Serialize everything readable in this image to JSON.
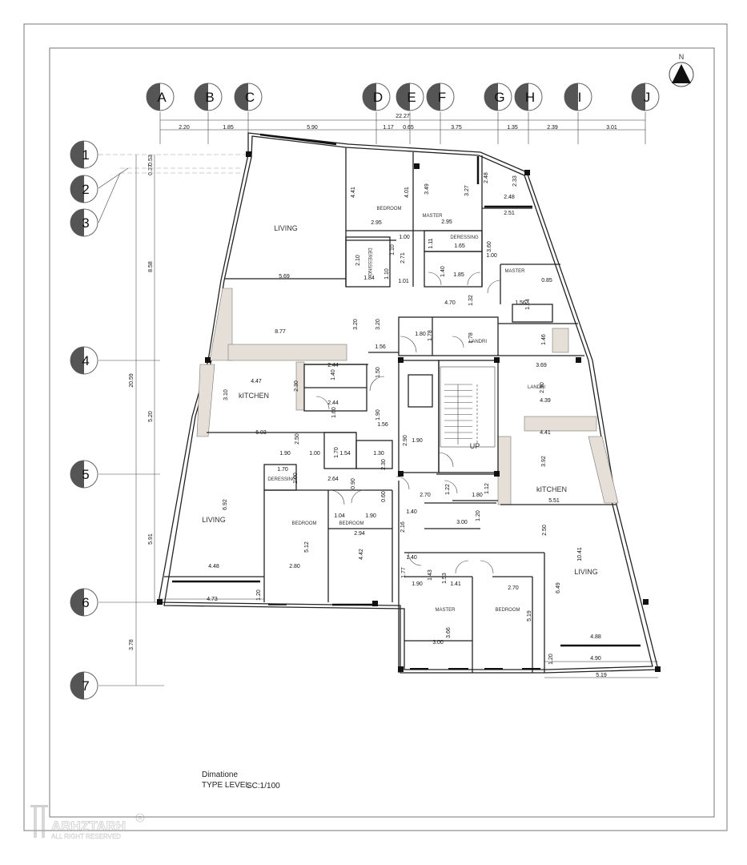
{
  "north_label": "N",
  "grid_columns": [
    "A",
    "B",
    "C",
    "D",
    "E",
    "F",
    "G",
    "H",
    "I",
    "J"
  ],
  "grid_rows": [
    "1",
    "2",
    "3",
    "4",
    "5",
    "6",
    "7"
  ],
  "overall_width": "22.27",
  "top_dimensions": [
    "2.20",
    "1.85",
    "5.90",
    "1.17",
    "0.65",
    "3.75",
    "1.35",
    "2.39",
    "3.01"
  ],
  "left_dimensions": [
    "0.37",
    "0.53",
    "8.58",
    "20.59",
    "5.20",
    "5.91",
    "3.78"
  ],
  "rooms": [
    {
      "label": "LIVING",
      "size": 9
    },
    {
      "label": "BEDROOM",
      "size": 6
    },
    {
      "label": "MASTER",
      "size": 6
    },
    {
      "label": "DERESSING",
      "size": 6
    },
    {
      "label": "DERESSING",
      "size": 6
    },
    {
      "label": "MASTER",
      "size": 6
    },
    {
      "label": "LANDRI",
      "size": 6
    },
    {
      "label": "LANDRI",
      "size": 6
    },
    {
      "label": "kITCHEN",
      "size": 9
    },
    {
      "label": "UP",
      "size": 9
    },
    {
      "label": "kITCHEN",
      "size": 9
    },
    {
      "label": "DERESSING",
      "size": 6
    },
    {
      "label": "LIVING",
      "size": 9
    },
    {
      "label": "BEDROOM",
      "size": 6
    },
    {
      "label": "BEDROOM",
      "size": 6
    },
    {
      "label": "LIVING",
      "size": 9
    },
    {
      "label": "MASTER",
      "size": 6
    },
    {
      "label": "BEDROOM",
      "size": 6
    }
  ],
  "dimension_labels": [
    "4.41",
    "4.01",
    "3.49",
    "3.27",
    "2.48",
    "2.33",
    "2.48",
    "2.51",
    "2.95",
    "2.95",
    "1.00",
    "1.11",
    "1.65",
    "3.60",
    "1.00",
    "2.10",
    "1.10",
    "2.71",
    "1.84",
    "1.01",
    "1.10",
    "1.40",
    "1.85",
    "5.69",
    "0.85",
    "4.70",
    "1.32",
    "1.56",
    "1.64",
    "3.20",
    "3.20",
    "1.80",
    "1.78",
    "1.78",
    "1.46",
    "8.77",
    "1.56",
    "2.44",
    "1.40",
    "1.50",
    "3.69",
    "2.90",
    "4.47",
    "3.10",
    "2.30",
    "2.44",
    "1.60",
    "1.90",
    "4.39",
    "1.56",
    "4.41",
    "6.03",
    "2.50",
    "2.90",
    "1.90",
    "1.90",
    "1.00",
    "1.70",
    "1.54",
    "1.30",
    "2.30",
    "3.92",
    "1.70",
    "1.00",
    "0.90",
    "2.64",
    "1.22",
    "1.12",
    "2.70",
    "1.80",
    "0.60",
    "1.04",
    "1.90",
    "1.40",
    "1.20",
    "5.51",
    "6.92",
    "2.16",
    "3.00",
    "2.94",
    "2.50",
    "10.41",
    "5.12",
    "4.42",
    "1.40",
    "1.77",
    "1.43",
    "1.53",
    "2.70",
    "4.48",
    "2.80",
    "1.90",
    "1.41",
    "6.49",
    "1.20",
    "4.73",
    "5.19",
    "3.66",
    "3.00",
    "4.88",
    "1.20",
    "4.90",
    "5.19"
  ],
  "title_block": {
    "line1": "Dimatione",
    "line2": "TYPE LEVEL",
    "scale": "SC:1/100"
  },
  "logo": {
    "name": "ARHZTARH",
    "tagline": "ALL RIGHT RESERVED",
    "mark": "R"
  }
}
